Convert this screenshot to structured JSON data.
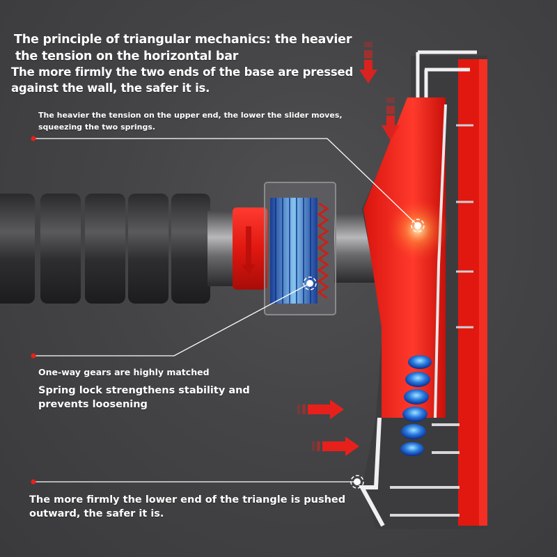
{
  "header": {
    "title_line1": "The principle of triangular mechanics: the heavier",
    "title_line2": "the tension on the horizontal bar",
    "subtitle_line1": "The more firmly the two ends of the base are pressed",
    "subtitle_line2": "against the wall, the safer it is."
  },
  "callouts": {
    "slider": {
      "line1": "The heavier the tension on the upper end, the lower the slider moves,",
      "line2": "squeezing the two springs."
    },
    "gears": {
      "label": "One-way gears are highly matched"
    },
    "spring_lock": {
      "line1": "Spring lock strengthens stability and",
      "line2": "prevents loosening"
    },
    "lower_end": {
      "line1": "The more firmly the lower end of the triangle is pushed",
      "line2": "outward, the safer it is."
    }
  },
  "colors": {
    "background": "#444446",
    "accent_red": "#e8201c",
    "spring_blue": "#2a6fd8",
    "text": "#ffffff"
  },
  "icons": [
    "arrow-down-icon",
    "arrow-down-icon",
    "arrow-right-icon",
    "arrow-right-icon",
    "target-marker-icon",
    "callout-dot-icon"
  ]
}
